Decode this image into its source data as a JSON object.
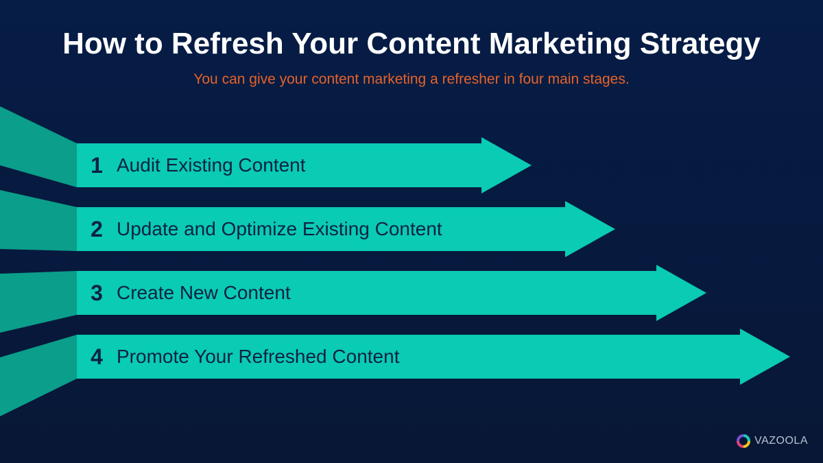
{
  "header": {
    "title": "How to Refresh Your Content Marketing Strategy",
    "subtitle": "You can give your content marketing a refresher in four main stages."
  },
  "steps": [
    {
      "number": "1",
      "label": "Audit Existing Content"
    },
    {
      "number": "2",
      "label": "Update and Optimize Existing Content"
    },
    {
      "number": "3",
      "label": "Create New Content"
    },
    {
      "number": "4",
      "label": "Promote Your Refreshed Content"
    }
  ],
  "brand": {
    "name": "VAZOOLA",
    "logo_icon": "vazoola-ring-icon"
  },
  "colors": {
    "background": "#061d46",
    "arrow": "#0acbb3",
    "arrow_tail": "#0b9e8a",
    "title": "#ffffff",
    "subtitle": "#e8622a",
    "step_text": "#0b2147"
  }
}
